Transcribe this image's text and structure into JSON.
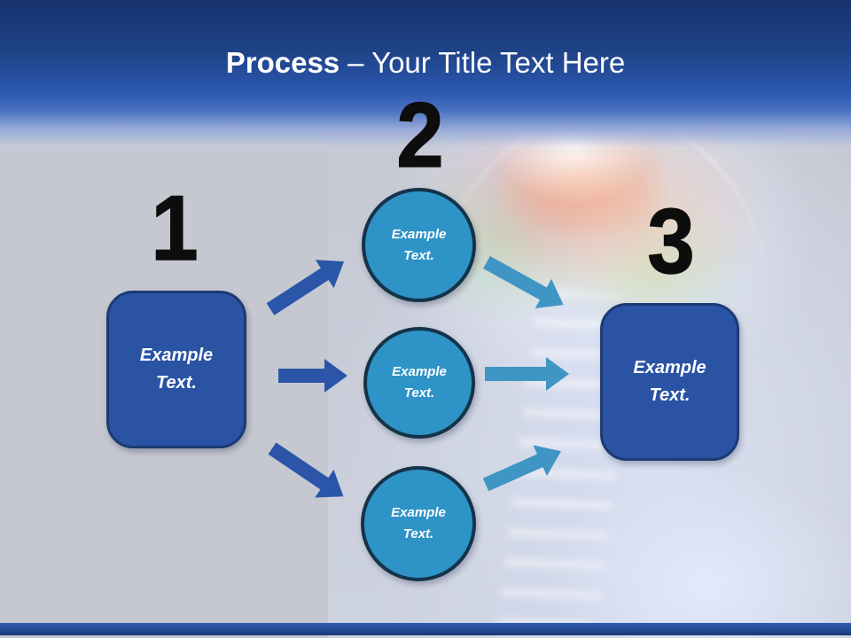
{
  "title": {
    "emphasis": "Process",
    "rest": "– Your Title Text Here"
  },
  "steps": [
    {
      "number": "1",
      "label": "Example Text."
    },
    {
      "number": "2",
      "circle_labels": [
        "Example Text.",
        "Example Text.",
        "Example Text."
      ]
    },
    {
      "number": "3",
      "label": "Example Text."
    }
  ],
  "background_image": "human-head-xray-with-highlighted-brain",
  "colors": {
    "header_top": "#17336f",
    "header_mid": "#2a57ae",
    "title_color": "#ffffff",
    "background": "#c5c8d1",
    "box_fill": "#2a53a4",
    "box_border": "#1c3a73",
    "circle_fill": "#2e93c6",
    "circle_border": "#143349",
    "arrow_primary": "#2a55a8",
    "arrow_secondary": "#3f95c3",
    "number_color": "#0d0d0d",
    "footer_top": "#2e5cb5",
    "footer_bottom": "#1a3a78"
  }
}
